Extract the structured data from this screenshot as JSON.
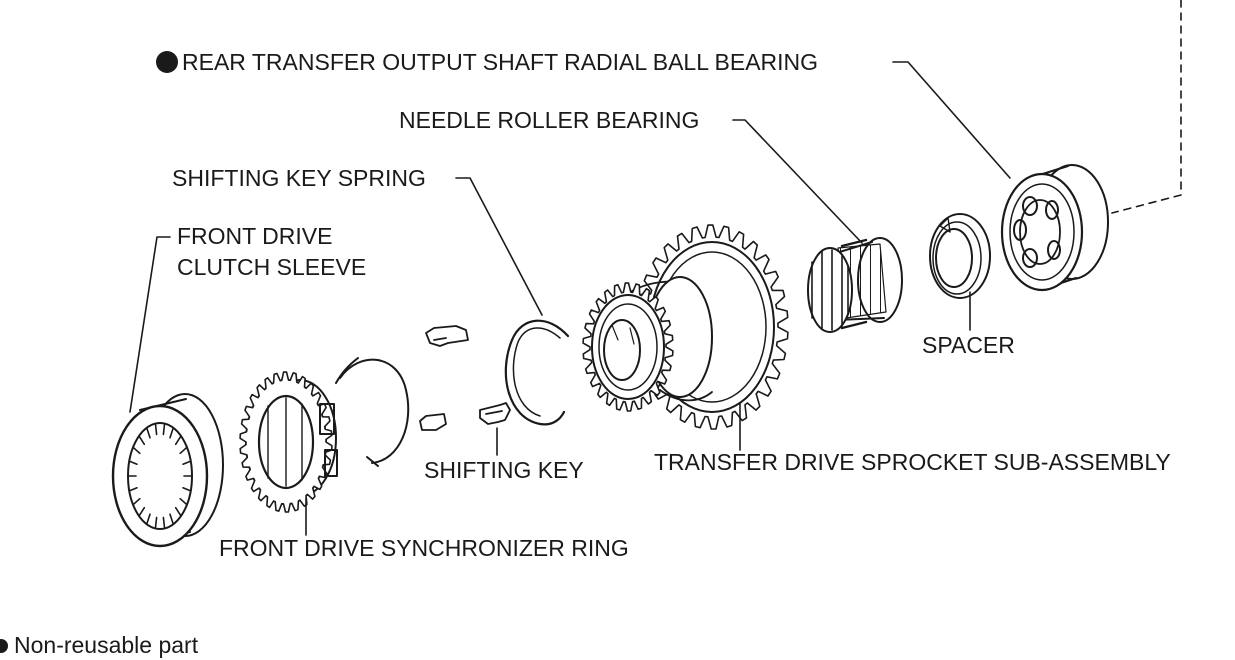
{
  "labels": {
    "rear_bearing": "REAR TRANSFER OUTPUT SHAFT RADIAL BALL BEARING",
    "needle_bearing": "NEEDLE ROLLER BEARING",
    "shifting_key_spring": "SHIFTING KEY SPRING",
    "front_drive_clutch_sleeve_line1": "FRONT DRIVE",
    "front_drive_clutch_sleeve_line2": "CLUTCH SLEEVE",
    "spacer": "SPACER",
    "shifting_key": "SHIFTING KEY",
    "sprocket": "TRANSFER DRIVE SPROCKET SUB-ASSEMBLY",
    "synchronizer_ring": "FRONT DRIVE SYNCHRONIZER RING"
  },
  "legend": {
    "non_reusable": "Non-reusable part"
  },
  "colors": {
    "ink": "#1a1a1a",
    "background": "#ffffff"
  },
  "icons": {
    "non_reusable_marker": "filled-circle-icon"
  }
}
